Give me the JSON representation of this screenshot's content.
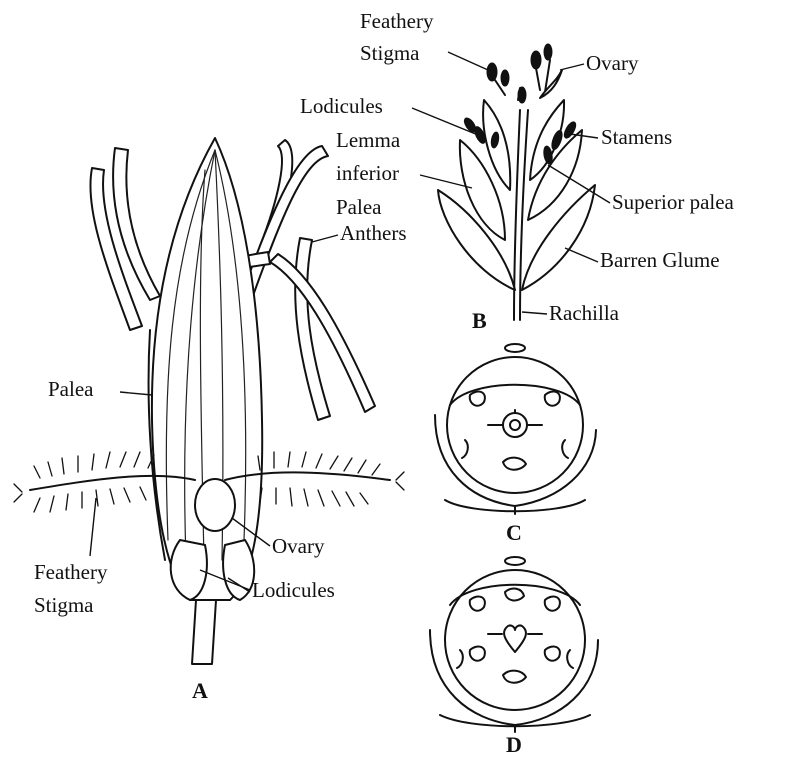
{
  "figure": {
    "panel_a": {
      "id": "A",
      "labels": {
        "palea": "Palea",
        "anthers": "Anthers",
        "ovary": "Ovary",
        "lodicules": "Lodicules",
        "feathery_stigma_line1": "Feathery",
        "feathery_stigma_line2": "Stigma"
      }
    },
    "panel_b": {
      "id": "B",
      "labels": {
        "feathery_stigma_line1": "Feathery",
        "feathery_stigma_line2": "Stigma",
        "ovary": "Ovary",
        "lodicules": "Lodicules",
        "lemma_line1": "Lemma",
        "lemma_line2": "inferior",
        "palea": "Palea",
        "stamens": "Stamens",
        "superior_palea": "Superior palea",
        "barren_glume": "Barren Glume",
        "rachilla": "Rachilla"
      }
    },
    "panel_c": {
      "id": "C"
    },
    "panel_d": {
      "id": "D"
    }
  }
}
